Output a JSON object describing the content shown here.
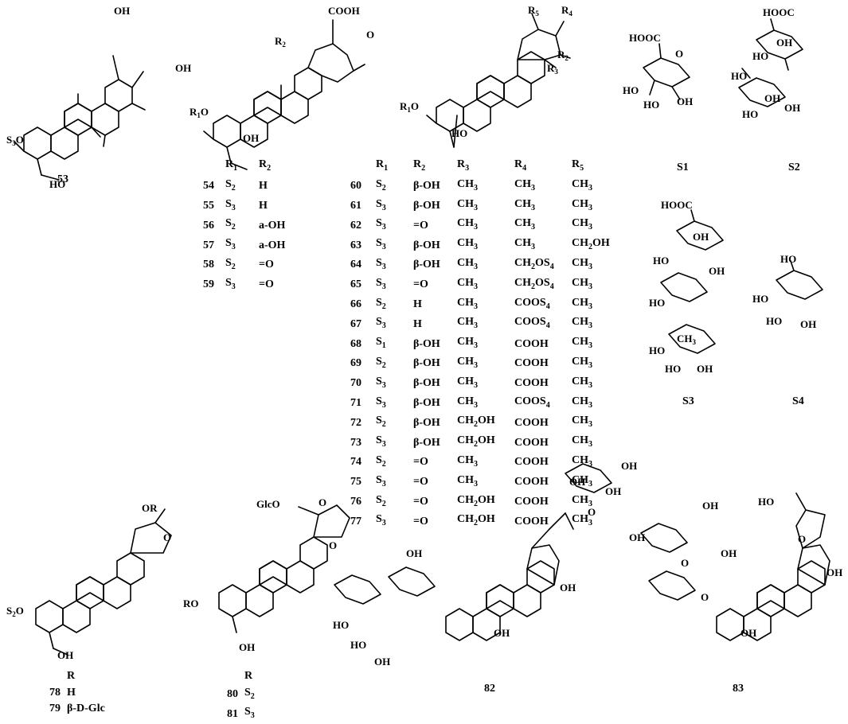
{
  "compounds": {
    "c53": "53",
    "c82": "82",
    "c83": "83"
  },
  "sugars": {
    "s1": "S1",
    "s2": "S2",
    "s3": "S3",
    "s4": "S4"
  },
  "table1": {
    "headers": [
      "R1",
      "R2"
    ],
    "rows": [
      [
        "54",
        "S2",
        "H"
      ],
      [
        "55",
        "S3",
        "H"
      ],
      [
        "56",
        "S2",
        "a-OH"
      ],
      [
        "57",
        "S3",
        "a-OH"
      ],
      [
        "58",
        "S2",
        "=O"
      ],
      [
        "59",
        "S3",
        "=O"
      ]
    ]
  },
  "table2": {
    "headers": [
      "R1",
      "R2",
      "R3",
      "R4",
      "R5"
    ],
    "rows": [
      [
        "60",
        "S2",
        "β-OH",
        "CH3",
        "CH3",
        "CH3"
      ],
      [
        "61",
        "S3",
        "β-OH",
        "CH3",
        "CH3",
        "CH3"
      ],
      [
        "62",
        "S3",
        "=O",
        "CH3",
        "CH3",
        "CH3"
      ],
      [
        "63",
        "S3",
        "β-OH",
        "CH3",
        "CH3",
        "CH2OH"
      ],
      [
        "64",
        "S3",
        "β-OH",
        "CH3",
        "CH2OS4",
        "CH3"
      ],
      [
        "65",
        "S3",
        "=O",
        "CH3",
        "CH2OS4",
        "CH3"
      ],
      [
        "66",
        "S2",
        "H",
        "CH3",
        "COOS4",
        "CH3"
      ],
      [
        "67",
        "S3",
        "H",
        "CH3",
        "COOS4",
        "CH3"
      ],
      [
        "68",
        "S1",
        "β-OH",
        "CH3",
        "COOH",
        "CH3"
      ],
      [
        "69",
        "S2",
        "β-OH",
        "CH3",
        "COOH",
        "CH3"
      ],
      [
        "70",
        "S3",
        "β-OH",
        "CH3",
        "COOH",
        "CH3"
      ],
      [
        "71",
        "S3",
        "β-OH",
        "CH3",
        "COOS4",
        "CH3"
      ],
      [
        "72",
        "S2",
        "β-OH",
        "CH2OH",
        "COOH",
        "CH3"
      ],
      [
        "73",
        "S3",
        "β-OH",
        "CH2OH",
        "COOH",
        "CH3"
      ],
      [
        "74",
        "S2",
        "=O",
        "CH3",
        "COOH",
        "CH3"
      ],
      [
        "75",
        "S3",
        "=O",
        "CH3",
        "COOH",
        "CH3"
      ],
      [
        "76",
        "S2",
        "=O",
        "CH2OH",
        "COOH",
        "CH3"
      ],
      [
        "77",
        "S3",
        "=O",
        "CH2OH",
        "COOH",
        "CH3"
      ]
    ]
  },
  "table3": {
    "header": "R",
    "rows": [
      [
        "78",
        "H"
      ],
      [
        "79",
        "β-D-Glc"
      ]
    ]
  },
  "table4": {
    "header": "R",
    "rows": [
      [
        "80",
        "S2"
      ],
      [
        "81",
        "S3"
      ]
    ]
  }
}
